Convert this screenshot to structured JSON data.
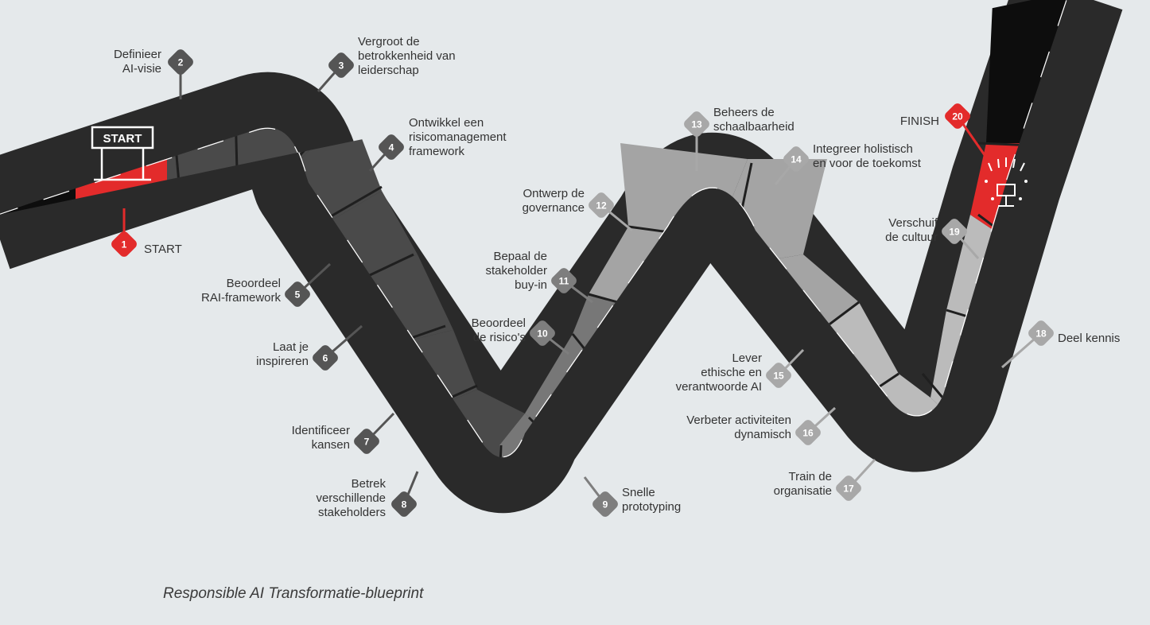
{
  "caption": "Responsible AI Transformatie-blueprint",
  "start_sign": "START",
  "colors": {
    "background": "#e5e9eb",
    "outline": "#2a2a2a",
    "black_road": "#0d0d0d",
    "dark_segment": "#4a4a4a",
    "mid_segment": "#777777",
    "light_segment": "#a4a4a4",
    "lighter_segment": "#bbbbbb",
    "accent_red": "#e32b2b",
    "dash": "#ffffff"
  },
  "icons": [
    "start-gate-icon",
    "finish-celebration-icon"
  ],
  "steps": [
    {
      "num": "1",
      "text": [
        "START"
      ],
      "accent": true
    },
    {
      "num": "2",
      "text": [
        "Definieer",
        "AI-visie"
      ]
    },
    {
      "num": "3",
      "text": [
        "Vergroot de",
        "betrokkenheid van",
        "leiderschap"
      ]
    },
    {
      "num": "4",
      "text": [
        "Ontwikkel een",
        "risicomanagement",
        "framework"
      ]
    },
    {
      "num": "5",
      "text": [
        "Beoordeel",
        "RAI-framework"
      ]
    },
    {
      "num": "6",
      "text": [
        "Laat je",
        "inspireren"
      ]
    },
    {
      "num": "7",
      "text": [
        "Identificeer",
        "kansen"
      ]
    },
    {
      "num": "8",
      "text": [
        "Betrek",
        "verschillende",
        "stakeholders"
      ]
    },
    {
      "num": "9",
      "text": [
        "Snelle",
        "prototyping"
      ]
    },
    {
      "num": "10",
      "text": [
        "Beoordeel",
        "de risico's"
      ]
    },
    {
      "num": "11",
      "text": [
        "Bepaal de",
        "stakeholder",
        "buy-in"
      ]
    },
    {
      "num": "12",
      "text": [
        "Ontwerp de",
        "governance"
      ]
    },
    {
      "num": "13",
      "text": [
        "Beheers de",
        "schaalbaarheid"
      ]
    },
    {
      "num": "14",
      "text": [
        "Integreer holistisch",
        "en voor de toekomst"
      ]
    },
    {
      "num": "15",
      "text": [
        "Lever",
        "ethische en",
        "verantwoorde AI"
      ]
    },
    {
      "num": "16",
      "text": [
        "Verbeter activiteiten",
        "dynamisch"
      ]
    },
    {
      "num": "17",
      "text": [
        "Train de",
        "organisatie"
      ]
    },
    {
      "num": "18",
      "text": [
        "Deel kennis"
      ]
    },
    {
      "num": "19",
      "text": [
        "Verschuif",
        "de cultuur"
      ]
    },
    {
      "num": "20",
      "text": [
        "FINISH"
      ],
      "accent": true
    }
  ]
}
